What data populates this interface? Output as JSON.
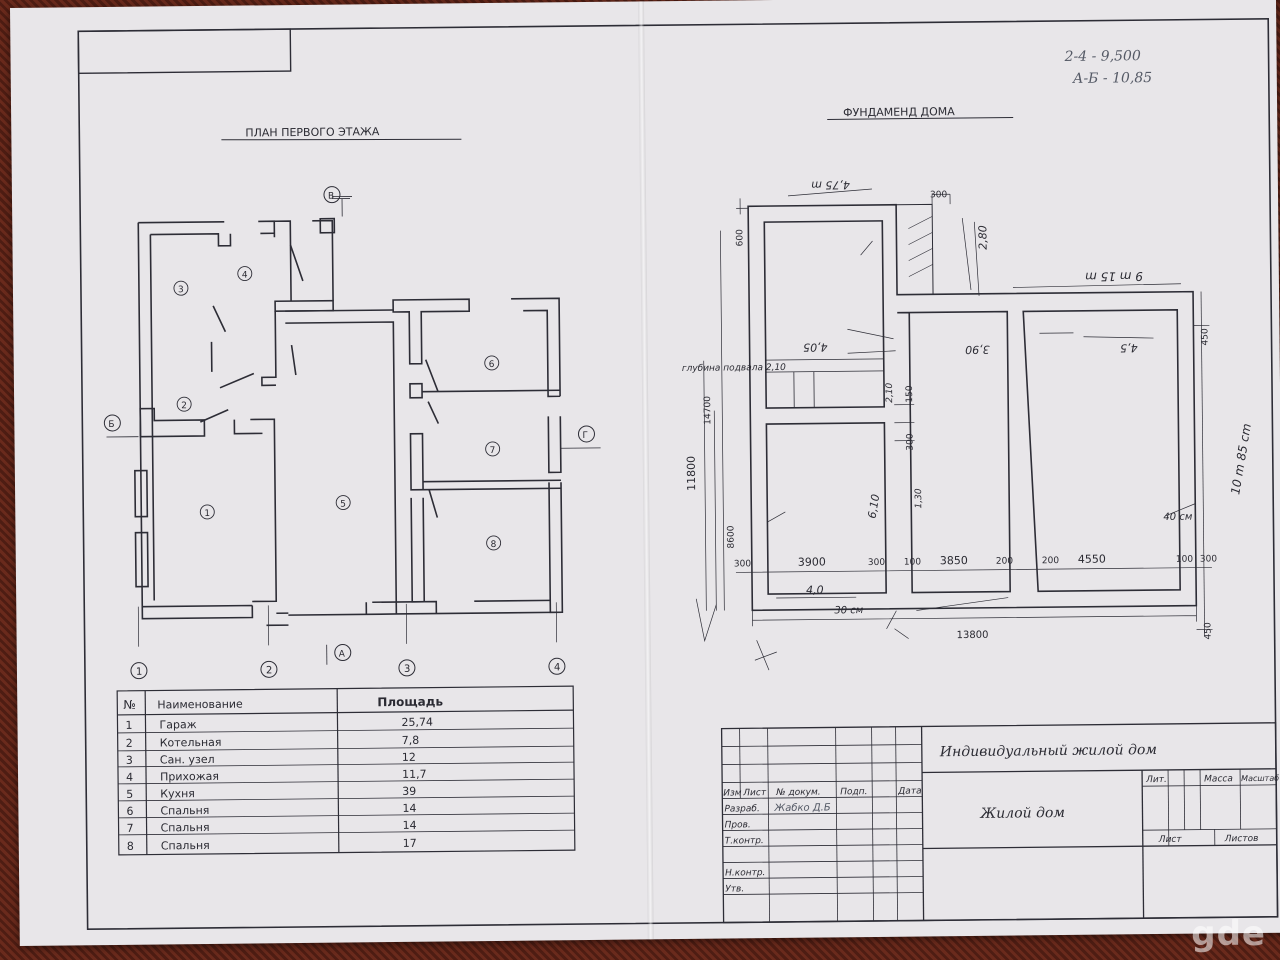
{
  "plan": {
    "title": "ПЛАН ПЕРВОГО ЭТАЖА",
    "axes_letters": [
      "В",
      "Б",
      "Г",
      "А"
    ],
    "axes_numbers": [
      "1",
      "2",
      "3",
      "4"
    ],
    "room_numbers": [
      "1",
      "2",
      "3",
      "4",
      "5",
      "6",
      "7",
      "8"
    ]
  },
  "foundation": {
    "title": "ФУНДАМЕНД ДОМА",
    "note1": "2-4 - 9,500",
    "note2": "А-Б - 10,85",
    "dims": {
      "d300a": "300",
      "d300b": "300",
      "d300c": "300",
      "d300d": "300",
      "d3900": "3900",
      "d3850": "3850",
      "d4550": "4550",
      "d100a": "100",
      "d100b": "100",
      "d200a": "200",
      "d200b": "200",
      "d13800": "13800",
      "d8600": "8600",
      "d11800": "11800",
      "d14700": "14700",
      "d450a": "450",
      "d450b": "450",
      "d150": "150",
      "d300v": "300",
      "d600": "600"
    },
    "hand_notes": {
      "n1": "4,75 m",
      "n2": "9 m 15 m",
      "n3": "10 m 85 cm",
      "n4": "глубина подвала 2,10",
      "n5": "4,05",
      "n6": "3,90",
      "n7": "4,5",
      "n8": "6,10",
      "n9": "4,0",
      "n10": "30 см",
      "n11": "40 см",
      "n12": "2,80",
      "n13": "2,10",
      "n14": "1,30"
    }
  },
  "table": {
    "headers": [
      "№",
      "Наименование",
      "Площадь"
    ],
    "rows": [
      {
        "n": "1",
        "name": "Гараж",
        "area": "25,74"
      },
      {
        "n": "2",
        "name": "Котельная",
        "area": "7,8"
      },
      {
        "n": "3",
        "name": "Сан. узел",
        "area": "12"
      },
      {
        "n": "4",
        "name": "Прихожая",
        "area": "11,7"
      },
      {
        "n": "5",
        "name": "Кухня",
        "area": "39"
      },
      {
        "n": "6",
        "name": "Спальня",
        "area": "14"
      },
      {
        "n": "7",
        "name": "Спальня",
        "area": "14"
      },
      {
        "n": "8",
        "name": "Спальня",
        "area": "17"
      }
    ]
  },
  "stamp": {
    "project": "Индивидуальный жилой дом",
    "sheet_title": "Жилой дом",
    "col_izm": "Изм",
    "col_list": "Лист",
    "col_doc": "№ докум.",
    "col_podp": "Подп.",
    "col_data": "Дата",
    "razrab": "Разраб.",
    "razrab_name": "Жабко Д.Б",
    "prov": "Пров.",
    "tkontr": "Т.контр.",
    "nkontr": "Н.контр.",
    "utv": "Утв.",
    "lit": "Лит.",
    "massa": "Масса",
    "masshtab": "Масштаб",
    "list": "Лист",
    "listov": "Листов"
  },
  "watermark": "gde"
}
